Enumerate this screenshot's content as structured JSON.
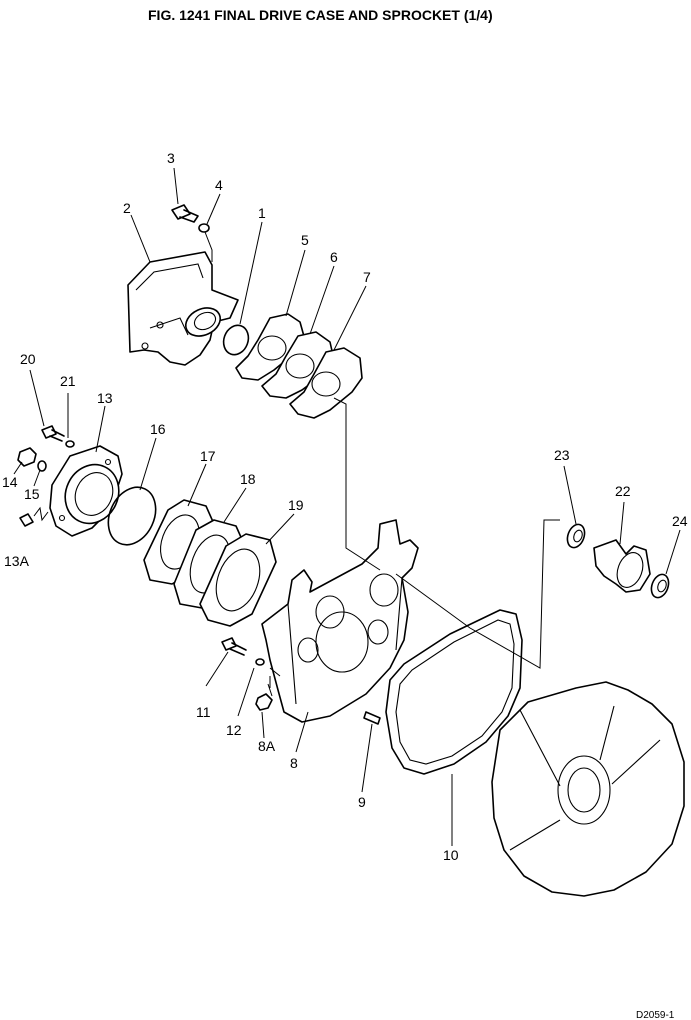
{
  "title": "FIG. 1241   FINAL DRIVE CASE AND SPROCKET (1/4)",
  "drawing_code": "D2059-1",
  "callouts": {
    "c1": "1",
    "c2": "2",
    "c3": "3",
    "c4": "4",
    "c5": "5",
    "c6": "6",
    "c7": "7",
    "c8": "8",
    "c8a": "8A",
    "c9": "9",
    "c10": "10",
    "c11": "11",
    "c12": "12",
    "c13": "13",
    "c13a": "13A",
    "c14": "14",
    "c15": "15",
    "c16": "16",
    "c17": "17",
    "c18": "18",
    "c19": "19",
    "c20": "20",
    "c21": "21",
    "c22": "22",
    "c23": "23",
    "c24": "24"
  }
}
